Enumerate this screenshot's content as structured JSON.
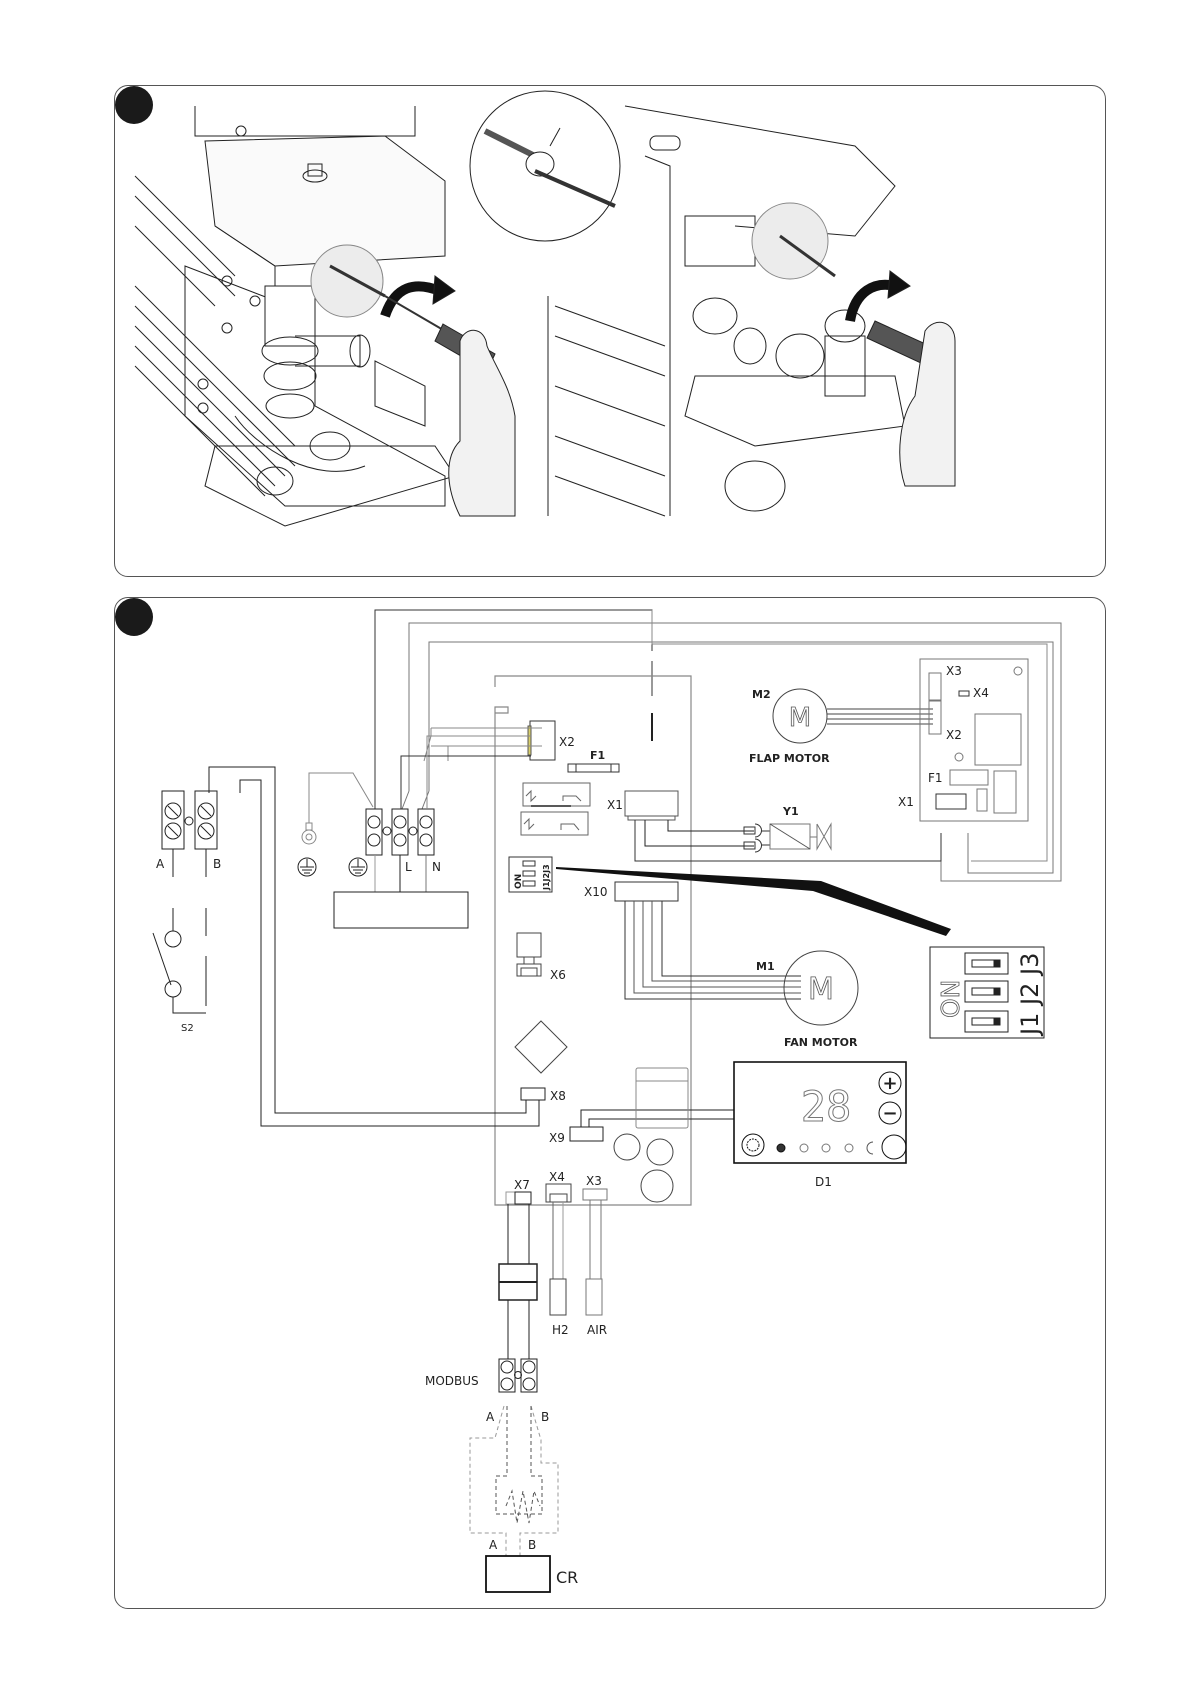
{
  "figure_1": {
    "kind": "illustration",
    "description": "Two installation views: screwdriver loosening a fitting nut on the valve assembly, with circular magnified detail of screw and clamp",
    "rotation_direction": "counter-clockwise arrow"
  },
  "figure_2": {
    "kind": "wiring-diagram",
    "terminal_block_left": {
      "labels": [
        "A",
        "B"
      ]
    },
    "switch": {
      "label": "S2"
    },
    "power_terminals": {
      "labels": [
        "L",
        "N"
      ],
      "ground_symbols": 2
    },
    "main_board": {
      "connectors": [
        "X2",
        "F1",
        "X1",
        "X10",
        "X6",
        "X8",
        "X9",
        "X7",
        "X4",
        "X3"
      ],
      "dip_switch": {
        "on_label": "ON",
        "jumpers": [
          "J1",
          "J2",
          "J3"
        ]
      }
    },
    "flap_board": {
      "connectors": [
        "X3",
        "X4",
        "X2",
        "F1",
        "X1"
      ]
    },
    "motors": [
      {
        "id": "M2",
        "symbol": "M",
        "caption": "FLAP MOTOR"
      },
      {
        "id": "M1",
        "symbol": "M",
        "caption": "FAN MOTOR"
      }
    ],
    "valve": {
      "id": "Y1"
    },
    "display": {
      "id": "D1",
      "reading": "28",
      "plus": "+",
      "minus": "−"
    },
    "sensors": [
      {
        "id": "H2"
      },
      {
        "id": "AIR"
      }
    ],
    "modbus": {
      "label": "MODBUS",
      "terminals": [
        "A",
        "B"
      ]
    },
    "controller": {
      "label": "CR",
      "terminals": [
        "A",
        "B"
      ]
    },
    "dip_zoom": {
      "on_label": "ON",
      "jumpers": [
        "J1",
        "J2",
        "J3"
      ]
    }
  }
}
